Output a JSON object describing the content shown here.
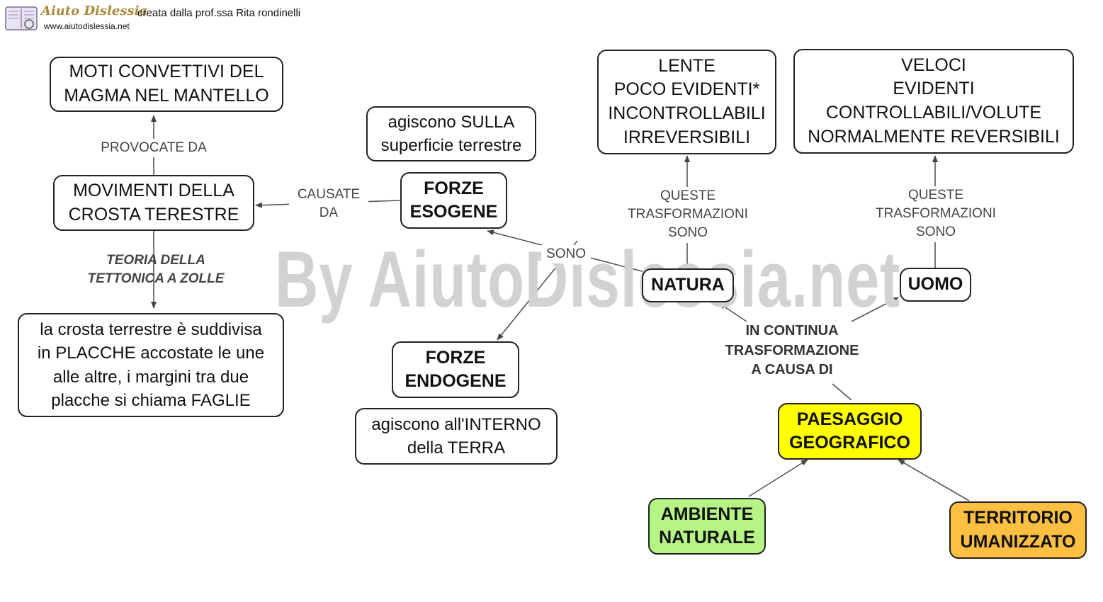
{
  "header": {
    "logo_title": "Aiuto Dislessia",
    "logo_url": "www.aiutodislessia.net",
    "credit": "creata dalla prof.ssa Rita rondinelli"
  },
  "watermark": "By AiutoDislessia.net",
  "nodes": {
    "moti": "MOTI CONVETTIVI DEL\nMAGMA NEL MANTELLO",
    "movimenti": "MOVIMENTI DELLA\nCROSTA TERESTRE",
    "crosta": "la crosta terrestre è suddivisa\nin PLACCHE accostate le une\nalle altre, i margini tra due\nplacche si chiama FAGLIE",
    "sulla": "agiscono SULLA\nsuperficie terrestre",
    "esogene": "FORZE\nESOGENE",
    "endogene": "FORZE\nENDOGENE",
    "interno": "agiscono all'INTERNO\ndella TERRA",
    "lente": "LENTE\nPOCO EVIDENTI*\nINCONTROLLABILI\nIRREVERSIBILI",
    "veloci": "VELOCI\nEVIDENTI\nCONTROLLABILI/VOLUTE\nNORMALMENTE REVERSIBILI",
    "natura": "NATURA",
    "uomo": "UOMO",
    "paesaggio": "PAESAGGIO\nGEOGRAFICO",
    "ambiente": "AMBIENTE\nNATURALE",
    "territorio": "TERRITORIO\nUMANIZZATO"
  },
  "labels": {
    "provocate": "PROVOCATE DA",
    "causate": "CAUSATE\nDA",
    "teoria": "TEORIA DELLA\nTETTONICA A ZOLLE",
    "sono": "SONO",
    "queste_natura": "QUESTE\nTRASFORMAZIONI\nSONO",
    "queste_uomo": "QUESTE\nTRASFORMAZIONI\nSONO",
    "continua": "IN CONTINUA\nTRASFORMAZIONE\nA CAUSA DI"
  },
  "colors": {
    "paesaggio": "#ffff00",
    "ambiente": "#b6f585",
    "territorio": "#ffbf40",
    "line": "#555555",
    "watermark": "#d2d2d2"
  }
}
